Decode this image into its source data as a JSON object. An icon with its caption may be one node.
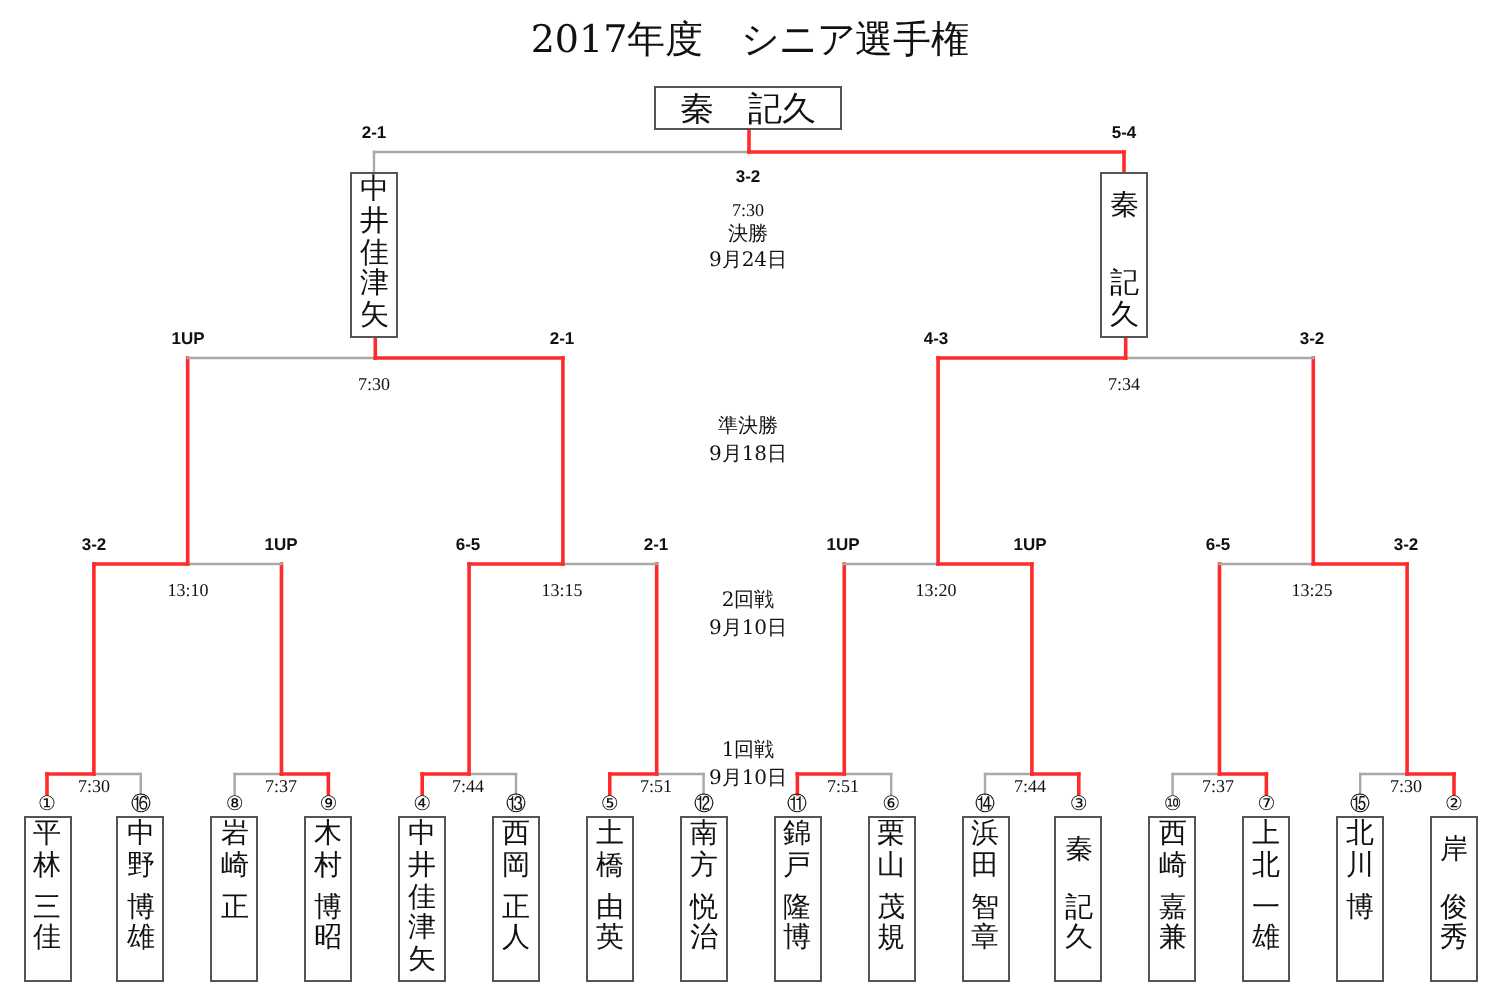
{
  "diagram": {
    "title": "2017年度　シニア選手権",
    "nodes": [
      {
        "text": [
          "秦　記久"
        ]
      },
      {
        "text": [
          "中井佳津矢"
        ]
      },
      {
        "text": [
          "秦記久"
        ]
      },
      {
        "text": [
          "平林三佳"
        ],
        "beside": [
          "①"
        ]
      },
      {
        "text": [
          "中野博雄"
        ],
        "beside": [
          "⑯"
        ]
      },
      {
        "text": [
          "岩崎正"
        ],
        "beside": [
          "⑧"
        ]
      },
      {
        "text": [
          "木村博昭"
        ],
        "beside": [
          "⑨"
        ]
      },
      {
        "text": [
          "中井佳津矢"
        ],
        "beside": [
          "④"
        ]
      },
      {
        "text": [
          "西岡正人"
        ],
        "beside": [
          "⑬"
        ]
      },
      {
        "text": [
          "土橋由英"
        ],
        "beside": [
          "⑤"
        ]
      },
      {
        "text": [
          "南方悦治"
        ],
        "beside": [
          "⑫"
        ]
      },
      {
        "text": [
          "錦戸隆博"
        ],
        "beside": [
          "⑪"
        ]
      },
      {
        "text": [
          "栗山茂規"
        ],
        "beside": [
          "⑥"
        ]
      },
      {
        "text": [
          "浜田智章"
        ],
        "beside": [
          "⑭"
        ]
      },
      {
        "text": [
          "秦記久"
        ],
        "beside": [
          "③"
        ]
      },
      {
        "text": [
          "西崎嘉兼"
        ],
        "beside": [
          "⑩"
        ]
      },
      {
        "text": [
          "上北一雄"
        ],
        "beside": [
          "⑦"
        ]
      },
      {
        "text": [
          "北川博"
        ],
        "beside": [
          "⑮"
        ]
      },
      {
        "text": [
          "岸俊秀"
        ],
        "beside": [
          "②"
        ]
      }
    ],
    "edges": [
      {
        "from": 3,
        "to": 1,
        "arrow": "none"
      },
      {
        "from": 4,
        "to": 1,
        "arrow": "none"
      },
      {
        "from": 5,
        "to": 1,
        "arrow": "none"
      },
      {
        "from": 6,
        "to": 1,
        "arrow": "none"
      },
      {
        "from": 7,
        "to": 1,
        "arrow": "none"
      },
      {
        "from": 8,
        "to": 1,
        "arrow": "none"
      },
      {
        "from": 9,
        "to": 1,
        "arrow": "none"
      },
      {
        "from": 10,
        "to": 1,
        "arrow": "none"
      },
      {
        "from": 11,
        "to": 2,
        "arrow": "none"
      },
      {
        "from": 12,
        "to": 2,
        "arrow": "none"
      },
      {
        "from": 13,
        "to": 2,
        "arrow": "none"
      },
      {
        "from": 14,
        "to": 2,
        "arrow": "none"
      },
      {
        "from": 15,
        "to": 2,
        "arrow": "none"
      },
      {
        "from": 16,
        "to": 2,
        "arrow": "none"
      },
      {
        "from": 17,
        "to": 2,
        "arrow": "none"
      },
      {
        "from": 18,
        "to": 2,
        "arrow": "none"
      },
      {
        "from": 1,
        "to": 0,
        "arrow": "none",
        "color": "#a8a8a8"
      },
      {
        "from": 2,
        "to": 0,
        "arrow": "none"
      }
    ],
    "labels": [
      "2-1",
      "5-4",
      "3-2",
      "7:30",
      "決勝",
      "9月24日",
      "1UP",
      "2-1",
      "4-3",
      "3-2",
      "7:30",
      "7:34",
      "準決勝",
      "9月18日",
      "3-2",
      "1UP",
      "6-5",
      "2-1",
      "1UP",
      "1UP",
      "6-5",
      "3-2",
      "13:10",
      "13:15",
      "2回戦",
      "13:20",
      "13:25",
      "9月10日",
      "1回戦",
      "9月10日",
      "7:30",
      "7:37",
      "7:44",
      "7:51",
      "7:51",
      "7:44",
      "7:37",
      "7:30"
    ]
  }
}
